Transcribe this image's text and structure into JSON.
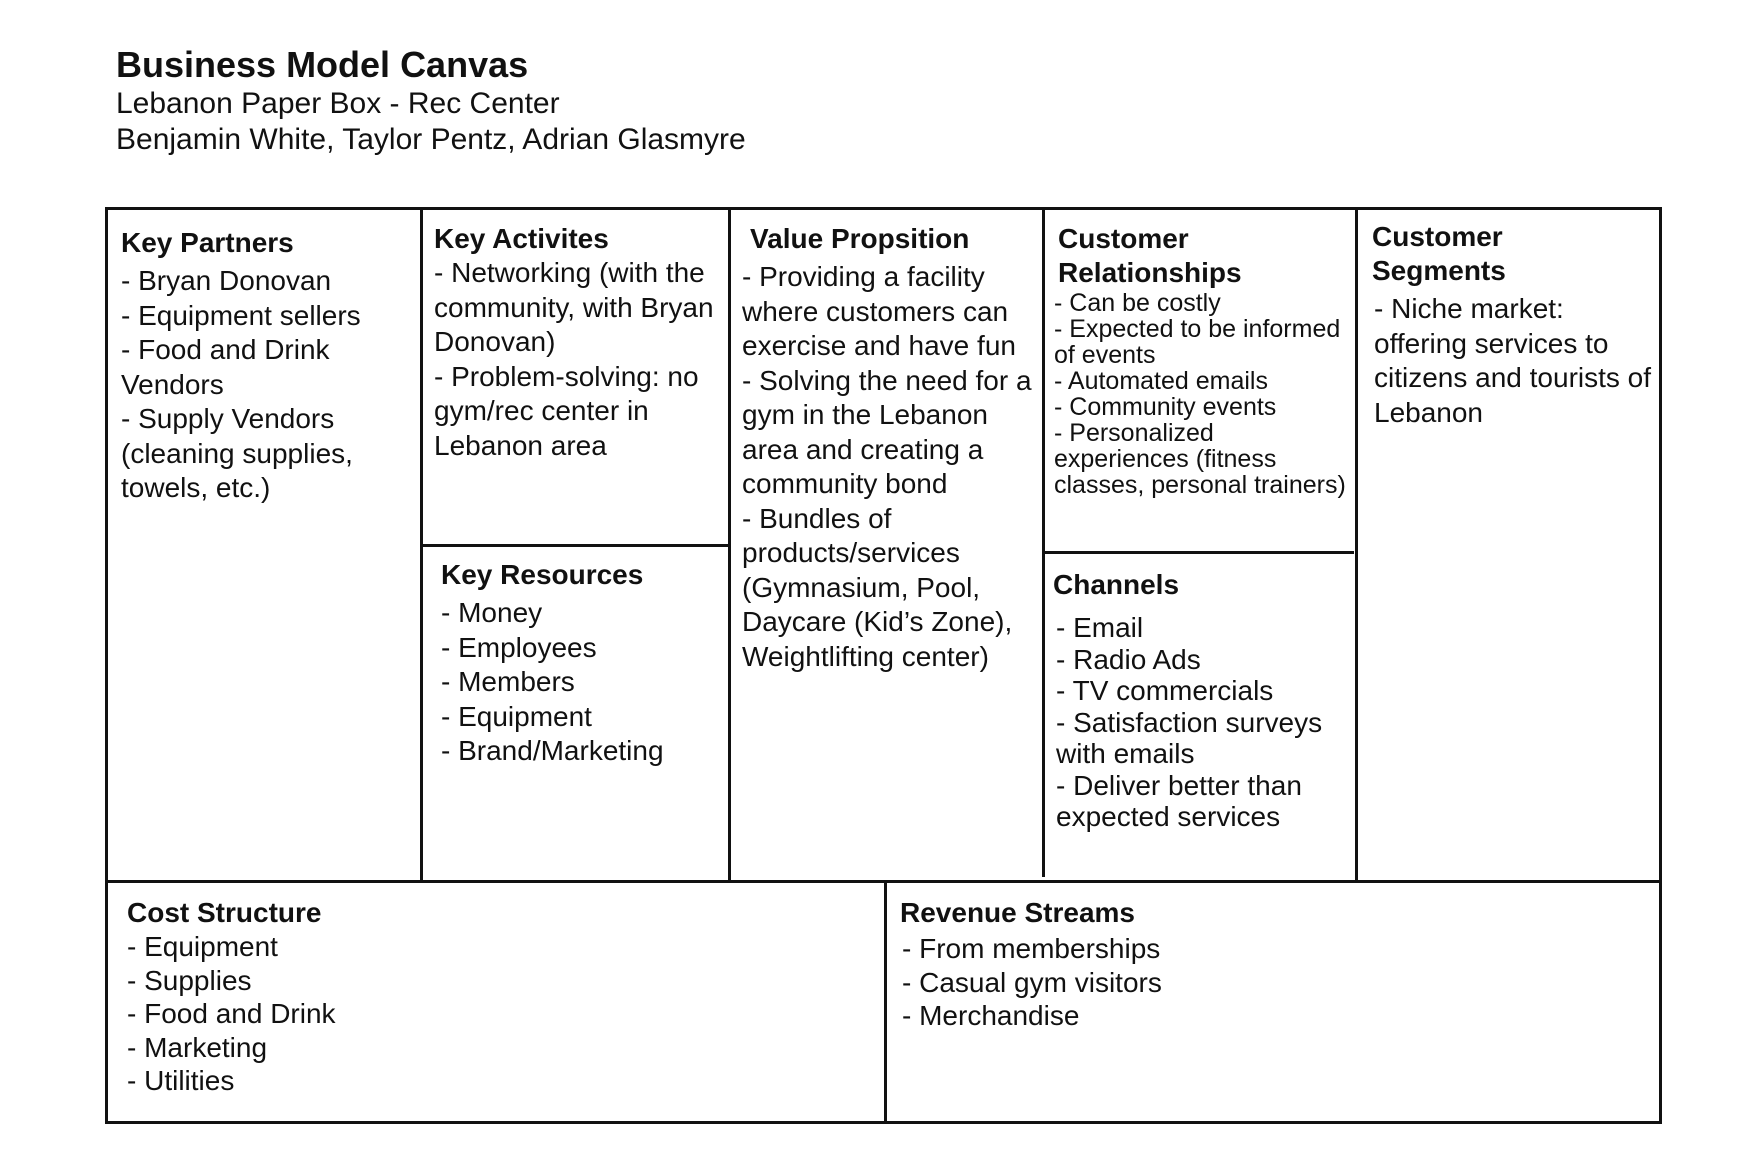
{
  "header": {
    "title": "Business Model Canvas",
    "subtitle": "Lebanon Paper Box - Rec Center",
    "authors": "Benjamin White, Taylor Pentz, Adrian Glasmyre"
  },
  "key_partners": {
    "title": "Key Partners",
    "items": [
      "- Bryan Donovan",
      "- Equipment sellers",
      "- Food and Drink Vendors",
      "- Supply Vendors (cleaning supplies, towels, etc.)"
    ]
  },
  "key_activities": {
    "title": "Key Activites",
    "items": [
      "- Networking (with the community, with Bryan Donovan)",
      "- Problem-solving: no gym/rec center in Lebanon area"
    ]
  },
  "key_resources": {
    "title": "Key Resources",
    "items": [
      "- Money",
      "- Employees",
      "- Members",
      "- Equipment",
      "- Brand/Marketing"
    ]
  },
  "value_proposition": {
    "title": "Value Propsition",
    "items": [
      "- Providing a facility where customers can exercise and have fun",
      "- Solving the need for a gym in the Lebanon area and creating a community bond",
      "- Bundles of products/services (Gymnasium, Pool, Daycare (Kid’s Zone), Weightlifting center)"
    ]
  },
  "customer_relationships": {
    "title": "Customer Relationships",
    "items": [
      "- Can be costly",
      "- Expected to be informed of events",
      "- Automated emails",
      "- Community events",
      "- Personalized experiences (fitness classes, personal trainers)"
    ]
  },
  "channels": {
    "title": "Channels",
    "items": [
      "- Email",
      "- Radio Ads",
      "- TV commercials",
      "- Satisfaction surveys with emails",
      "- Deliver better than expected services"
    ]
  },
  "customer_segments": {
    "title": "Customer Segments",
    "items": [
      "- Niche market: offering services to citizens and tourists of Lebanon"
    ]
  },
  "cost_structure": {
    "title": "Cost Structure",
    "items": [
      "- Equipment",
      "- Supplies",
      "- Food and Drink",
      "- Marketing",
      "- Utilities"
    ]
  },
  "revenue_streams": {
    "title": "Revenue Streams",
    "items": [
      "- From memberships",
      "- Casual gym visitors",
      "- Merchandise"
    ]
  }
}
